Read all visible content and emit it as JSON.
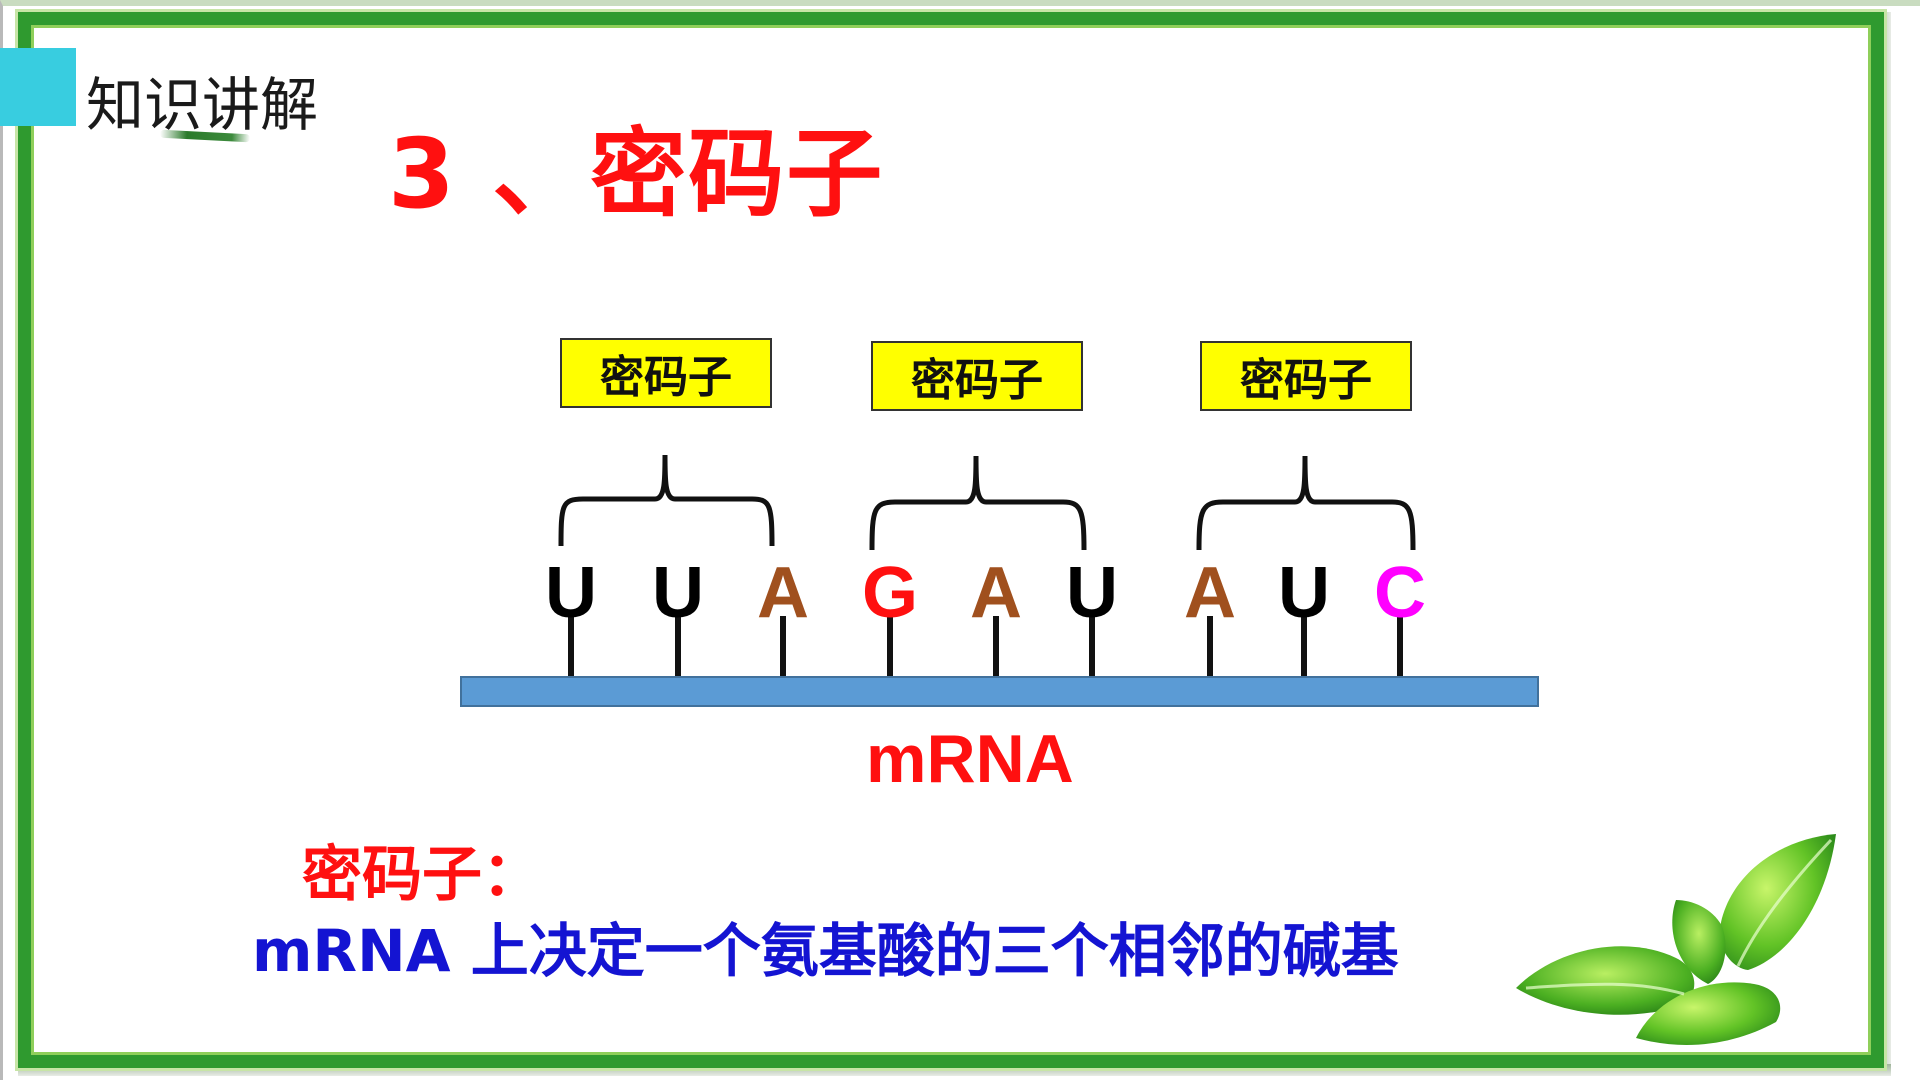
{
  "header": {
    "section_label": "知识讲解",
    "title": "3 、密码子"
  },
  "codon_boxes": [
    "密码子",
    "密码子",
    "密码子"
  ],
  "bases": [
    {
      "letter": "U",
      "color": "#000000"
    },
    {
      "letter": "U",
      "color": "#000000"
    },
    {
      "letter": "A",
      "color": "#a0501e"
    },
    {
      "letter": "G",
      "color": "#ff1010"
    },
    {
      "letter": "A",
      "color": "#a0501e"
    },
    {
      "letter": "U",
      "color": "#000000"
    },
    {
      "letter": "A",
      "color": "#a0501e"
    },
    {
      "letter": "U",
      "color": "#000000"
    },
    {
      "letter": "C",
      "color": "#ff00ff"
    }
  ],
  "strand_label": "mRNA",
  "definition": {
    "term": "密码子：",
    "text": "mRNA 上决定一个氨基酸的三个相邻的碱基"
  },
  "colors": {
    "frame_green": "#2f9a2f",
    "title_red": "#ff1010",
    "definition_blue": "#1414d2",
    "box_yellow": "#ffff00",
    "strand_blue": "#5b9bd5",
    "tab_cyan": "#38cde0"
  }
}
